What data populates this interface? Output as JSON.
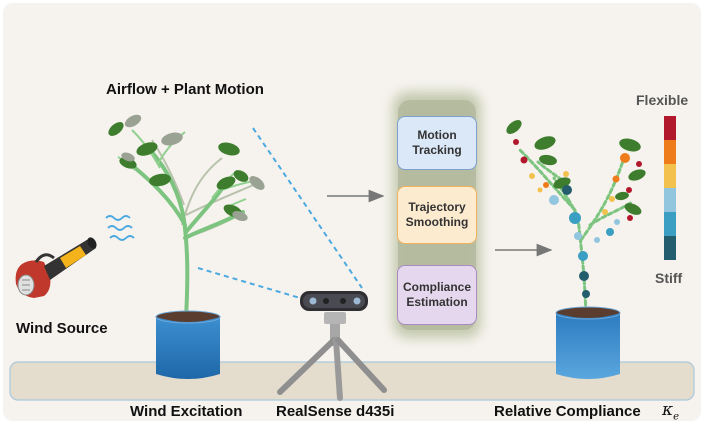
{
  "labels": {
    "airflow_plant_motion": "Airflow + Plant Motion",
    "wind_source": "Wind Source",
    "wind_excitation": "Wind Excitation",
    "camera": "RealSense d435i",
    "relative_compliance": "Relative Compliance",
    "kappa_symbol": "κ",
    "kappa_sub": "e"
  },
  "pipeline": [
    {
      "label": "Motion Tracking",
      "fill": "#dbe8f7",
      "stroke": "#7f9fd0"
    },
    {
      "label": "Trajectory Smoothing",
      "fill": "#fdebd0",
      "stroke": "#f0b25a"
    },
    {
      "label": "Compliance Estimation",
      "fill": "#e5d8ee",
      "stroke": "#a98bc1"
    }
  ],
  "scale": {
    "top_label": "Flexible",
    "bottom_label": "Stiff",
    "colors": [
      "#b2182b",
      "#ef7c1a",
      "#f2c14e",
      "#92c5de",
      "#3a9fc2",
      "#245e6e"
    ]
  },
  "colors": {
    "stem": "#7cc47f",
    "leaf": "#3e7d2e",
    "leaf_ghost": "#9aa293",
    "pot": "#2f7dbe",
    "ground": "#e4dccd",
    "dashed": "#4ba9e0"
  }
}
